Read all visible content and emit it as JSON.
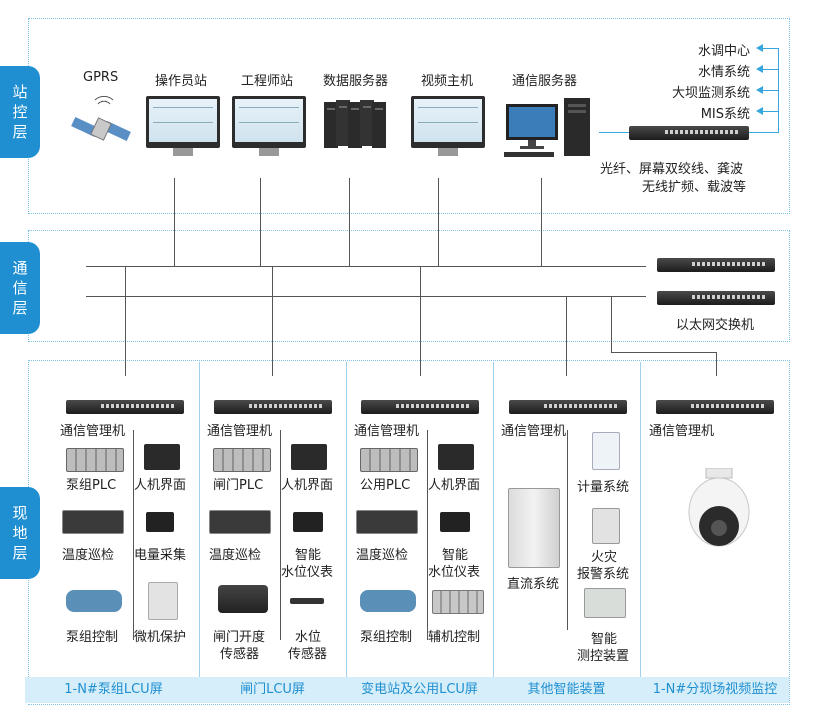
{
  "layers": {
    "station": {
      "tab": [
        "站",
        "控",
        "层"
      ]
    },
    "comm": {
      "tab": [
        "通",
        "信",
        "层"
      ]
    },
    "field": {
      "tab": [
        "现",
        "地",
        "层"
      ]
    }
  },
  "station": {
    "gprs": "GPRS",
    "operator": "操作员站",
    "engineer": "工程师站",
    "data_server": "数据服务器",
    "video_host": "视频主机",
    "comm_server": "通信服务器",
    "external": [
      "水调中心",
      "水情系统",
      "大坝监测系统",
      "MIS系统"
    ],
    "links_line1": "光纤、屏幕双绞线、龚波",
    "links_line2": "无线扩频、载波等"
  },
  "comm": {
    "switch_label": "以太网交换机"
  },
  "field": {
    "mgr": "通信管理机",
    "col1": {
      "a": "泵组PLC",
      "b": "人机界面",
      "c": "温度巡检",
      "d": "电量采集",
      "e": "泵组控制",
      "f": "微机保护"
    },
    "col2": {
      "a": "闸门PLC",
      "b": "人机界面",
      "c": "温度巡检",
      "d1": "智能",
      "d2": "水位仪表",
      "e1": "闸门开度",
      "e2": "传感器",
      "f1": "水位",
      "f2": "传感器"
    },
    "col3": {
      "a": "公用PLC",
      "b": "人机界面",
      "c": "温度巡检",
      "d1": "智能",
      "d2": "水位仪表",
      "e": "泵组控制",
      "f": "辅机控制"
    },
    "col4": {
      "a": "计量系统",
      "b1": "火灾",
      "b2": "报警系统",
      "c": "直流系统",
      "d1": "智能",
      "d2": "测控装置"
    }
  },
  "footer": [
    "1-N#泵组LCU屏",
    "闸门LCU屏",
    "变电站及公用LCU屏",
    "其他智能装置",
    "1-N#分现场视频监控"
  ],
  "colors": {
    "accent": "#1f8fd1",
    "dotted": "#7fc3e8",
    "footer_bg": "#d6eef9",
    "link": "#37a6de"
  }
}
